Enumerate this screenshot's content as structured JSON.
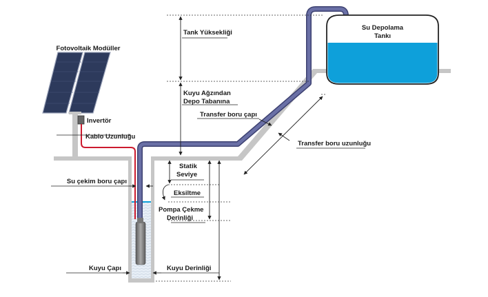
{
  "labels": {
    "pv_modules": "Fotovoltaik Modüller",
    "inverter": "Invertör",
    "cable_length": "Kablo Uzunluğu",
    "tank_line1": "Su Depolama",
    "tank_line2": "Tankı",
    "tank_height": "Tank Yüksekliği",
    "well_to_tank_line1": "Kuyu Ağzından",
    "well_to_tank_line2": "Depo Tabanına",
    "transfer_pipe_diameter": "Transfer boru çapı",
    "transfer_pipe_length": "Transfer boru uzunluğu",
    "static_level_line1": "Statik",
    "static_level_line2": "Seviye",
    "suction_pipe_diameter": "Su çekim boru çapı",
    "drawdown": "Eksiltme",
    "pump_depth_line1": "Pompa Çekme",
    "pump_depth_line2": "Derinliği",
    "well_diameter": "Kuyu Çapı",
    "well_depth": "Kuyu Derinliği"
  },
  "colors": {
    "pipe": "#5b6096",
    "pipe_outline": "#3c4070",
    "ground": "#c6c6c6",
    "water": "#0ea0da",
    "cable": "#cc1a2e",
    "panel": "#2d3a5c",
    "dim_line": "#222222"
  }
}
